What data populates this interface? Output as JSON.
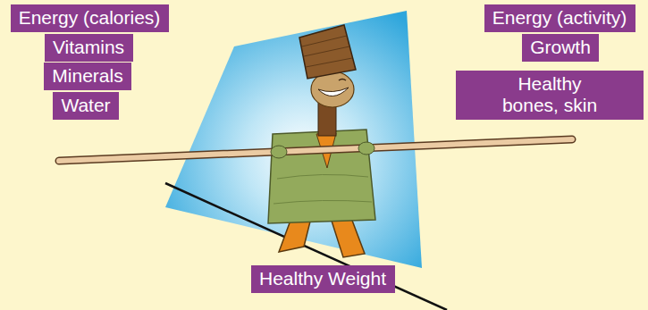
{
  "diagram": {
    "nodes": [
      {
        "text": [
          "Energy (calories)"
        ]
      },
      {
        "text": [
          "Vitamins"
        ]
      },
      {
        "text": [
          "Minerals"
        ]
      },
      {
        "text": [
          "Water"
        ]
      },
      {
        "text": [
          "Energy (activity)"
        ]
      },
      {
        "text": [
          "Growth"
        ]
      },
      {
        "text": [
          "Healthy bones, skin"
        ]
      },
      {
        "text": [
          "Healthy Weight"
        ]
      }
    ]
  }
}
